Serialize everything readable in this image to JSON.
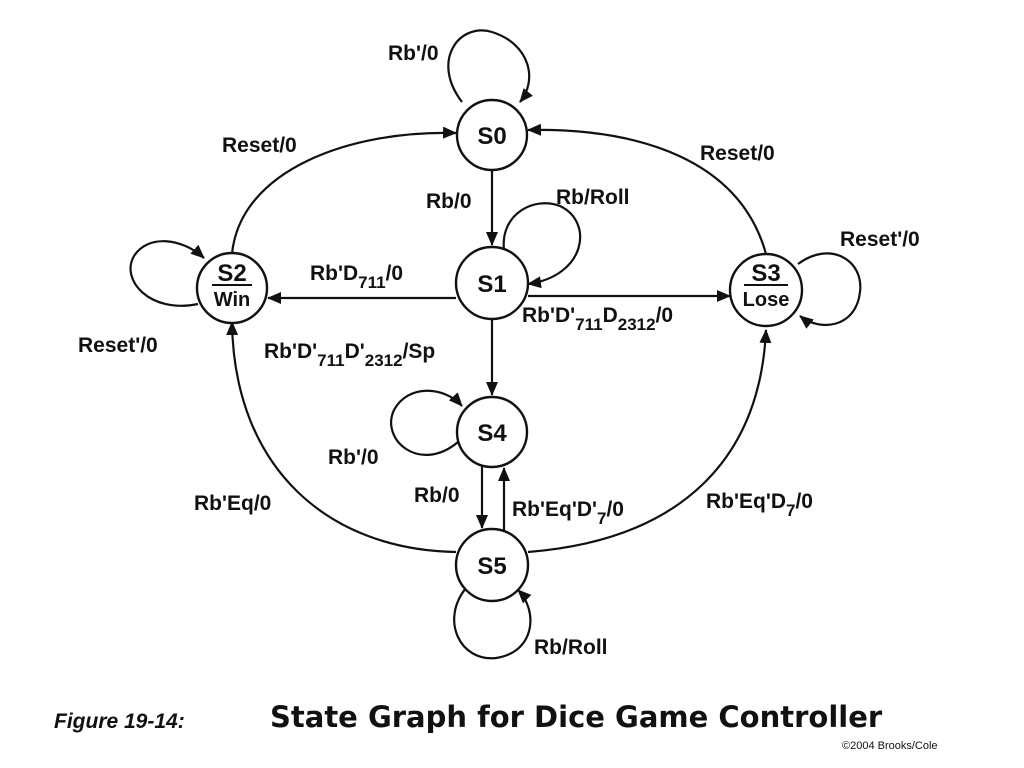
{
  "states": [
    {
      "id": "S0",
      "name": "S0",
      "output": ""
    },
    {
      "id": "S1",
      "name": "S1",
      "output": ""
    },
    {
      "id": "S2",
      "name": "S2",
      "output": "Win"
    },
    {
      "id": "S3",
      "name": "S3",
      "output": "Lose"
    },
    {
      "id": "S4",
      "name": "S4",
      "output": ""
    },
    {
      "id": "S5",
      "name": "S5",
      "output": ""
    }
  ],
  "transitions": {
    "s0_self": {
      "from": "S0",
      "to": "S0",
      "label": "Rb'/0"
    },
    "s2_s0": {
      "from": "S2",
      "to": "S0",
      "label": "Reset/0"
    },
    "s3_s0": {
      "from": "S3",
      "to": "S0",
      "label": "Reset/0"
    },
    "s0_s1": {
      "from": "S0",
      "to": "S1",
      "label": "Rb/0"
    },
    "s1_self": {
      "from": "S1",
      "to": "S1",
      "label": "Rb/Roll"
    },
    "s1_s2": {
      "from": "S1",
      "to": "S2",
      "parts": [
        "Rb'D",
        "711",
        "/0"
      ]
    },
    "s2_self": {
      "from": "S2",
      "to": "S2",
      "label": "Reset'/0"
    },
    "s3_self": {
      "from": "S3",
      "to": "S3",
      "label": "Reset'/0"
    },
    "s1_s3": {
      "from": "S1",
      "to": "S3",
      "parts": [
        "Rb'D'",
        "711",
        "D",
        "2312",
        "/0"
      ]
    },
    "s1_s4": {
      "from": "S1",
      "to": "S4",
      "parts": [
        "Rb'D'",
        "711",
        "D'",
        "2312",
        "/Sp"
      ]
    },
    "s4_self": {
      "from": "S4",
      "to": "S4",
      "label": "Rb'/0"
    },
    "s4_s5": {
      "from": "S4",
      "to": "S5",
      "label": "Rb/0"
    },
    "s5_s4": {
      "from": "S5",
      "to": "S4",
      "parts": [
        "Rb'Eq'D'",
        "7",
        "/0"
      ]
    },
    "s5_s2": {
      "from": "S5",
      "to": "S2",
      "label": "Rb'Eq/0"
    },
    "s5_s3": {
      "from": "S5",
      "to": "S3",
      "parts": [
        "Rb'Eq'D",
        "7",
        "/0"
      ]
    },
    "s5_self": {
      "from": "S5",
      "to": "S5",
      "label": "Rb/Roll"
    }
  },
  "caption": {
    "figure_number": "Figure 19-14:",
    "title": "State Graph for Dice Game Controller"
  },
  "copyright": "©2004 Brooks/Cole"
}
